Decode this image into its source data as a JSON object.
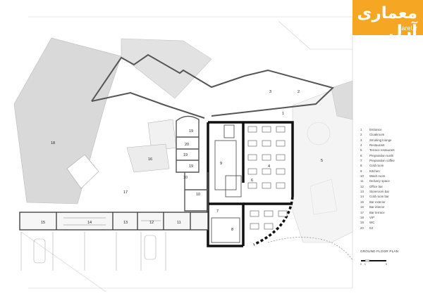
{
  "logo": {
    "text": "معماری آرل",
    "subtext": "arel.ir"
  },
  "plan_title": "GROUND FLOOR PLAN",
  "scale_labels": [
    "0",
    "1",
    "5"
  ],
  "legend": [
    {
      "num": "1",
      "label": "Entrance"
    },
    {
      "num": "2",
      "label": "Cloakroom"
    },
    {
      "num": "3",
      "label": "Smoking lounge"
    },
    {
      "num": "4",
      "label": "Restaurant"
    },
    {
      "num": "5",
      "label": "Terrace restaurant"
    },
    {
      "num": "6",
      "label": "Preparation sushi"
    },
    {
      "num": "7",
      "label": "Preparation coffee"
    },
    {
      "num": "8",
      "label": "Cold room"
    },
    {
      "num": "9",
      "label": "Kitchen"
    },
    {
      "num": "10",
      "label": "Wash room"
    },
    {
      "num": "11",
      "label": "Delivery space"
    },
    {
      "num": "12",
      "label": "Office bar"
    },
    {
      "num": "13",
      "label": "Storeroom bar"
    },
    {
      "num": "14",
      "label": "Cold room bar"
    },
    {
      "num": "15",
      "label": "Bar exterior"
    },
    {
      "num": "16",
      "label": "Bar interior"
    },
    {
      "num": "17",
      "label": "Bar terrace"
    },
    {
      "num": "18",
      "label": "VIP"
    },
    {
      "num": "19",
      "label": "WC"
    },
    {
      "num": "20",
      "label": "DJ"
    }
  ],
  "room_labels": [
    "1",
    "2",
    "3",
    "4",
    "5",
    "6",
    "7",
    "8",
    "9",
    "10",
    "10",
    "11",
    "12",
    "13",
    "14",
    "15",
    "16",
    "17",
    "18",
    "19",
    "19",
    "19",
    "20"
  ]
}
